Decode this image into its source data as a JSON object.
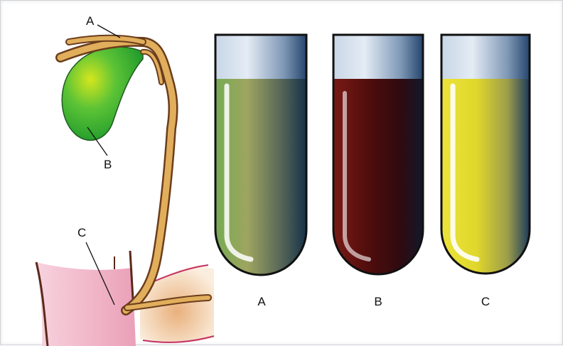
{
  "diagram": {
    "left_labels": {
      "a": "A",
      "b": "B",
      "c": "C"
    },
    "tube_labels": [
      "A",
      "B",
      "C"
    ],
    "colors": {
      "gallbladder": "#3cb83c",
      "duct": "#e1ae5c",
      "intestine": "#f2b6c8",
      "pancreas": "#f1d3ae",
      "tube_a": "#8e9e55",
      "tube_b": "#4a0a0a",
      "tube_c": "#e0d230"
    }
  }
}
